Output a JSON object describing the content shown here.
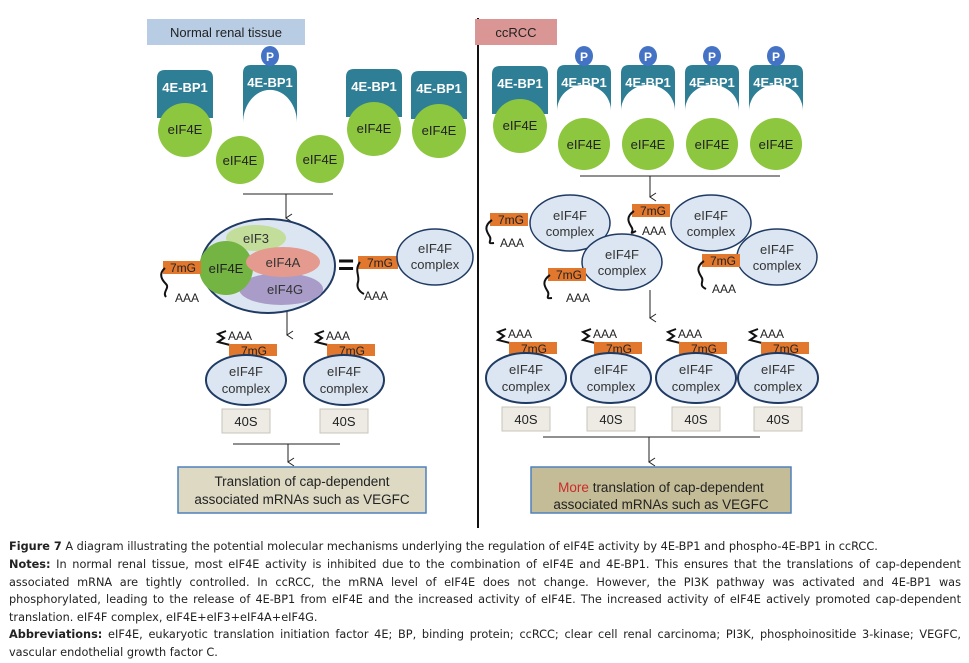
{
  "colors": {
    "bp1": "#2e7e96",
    "eif4e": "#8dc63f",
    "phospho": "#4472c4",
    "cap": "#e2782e",
    "complex_fill": "#dce6f2",
    "complex_stroke": "#1f3a63",
    "eif3": "#c3dd9a",
    "eif4a": "#e49a8e",
    "eif4g": "#a99cc8",
    "box40s": "#edebe4",
    "normal_header": "#b8cce4",
    "ccrcc_header": "#d99694",
    "result_box_normal": "#ddd9c3",
    "result_box_ccrcc": "#c4bc96",
    "result_box_border": "#4f81bd",
    "more_red": "#cc2a2a"
  },
  "normal": {
    "header": "Normal renal tissue",
    "bp1_label": "4E-BP1",
    "eif4e_label": "eIF4E",
    "phospho_label": "P",
    "central_complex": {
      "eif3": "eIF3",
      "eif4e": "eIF4E",
      "eif4a": "eIF4A",
      "eif4g": "eIF4G",
      "cap": "7mG",
      "tail": "AAA"
    },
    "equals": "=",
    "complex_line1": "eIF4F",
    "complex_line2": "complex",
    "cap": "7mG",
    "tail": "AAA",
    "ribosome": "40S",
    "result_text_line1": "Translation of cap-dependent",
    "result_text_line2": "associated mRNAs such as VEGFC"
  },
  "ccrcc": {
    "header": "ccRCC",
    "bp1_label": "4E-BP1",
    "eif4e_label": "eIF4E",
    "phospho_label": "P",
    "complex_line1": "eIF4F",
    "complex_line2": "complex",
    "cap": "7mG",
    "tail": "AAA",
    "ribosome": "40S",
    "result_more": "More",
    "result_text_line1": " translation of cap-dependent",
    "result_text_line2": "associated mRNAs such as VEGFC"
  },
  "caption": {
    "title_label": "Figure 7",
    "title_text": " A diagram illustrating the potential molecular mechanisms underlying the regulation of eIF4E activity by 4E-BP1 and phospho-4E-BP1 in ccRCC.",
    "notes_label": "Notes:",
    "notes_text": " In normal renal tissue, most eIF4E activity is inhibited due to the combination of eIF4E and 4E-BP1. This ensures that the translations of cap-dependent associated mRNA are tightly controlled. In ccRCC, the mRNA level of eIF4E does not change. However, the PI3K pathway was activated and 4E-BP1 was phosphorylated, leading to the release of 4E-BP1 from eIF4E and the increased activity of eIF4E. The increased activity of eIF4E actively promoted cap-dependent translation. eIF4F complex, eIF4E+eIF3+eIF4A+eIF4G.",
    "abbrev_label": "Abbreviations:",
    "abbrev_text": " eIF4E, eukaryotic translation initiation factor 4E; BP, binding protein; ccRCC; clear cell renal carcinoma; PI3K, phosphoinositide 3-kinase; VEGFC, vascular endothelial growth factor C."
  }
}
